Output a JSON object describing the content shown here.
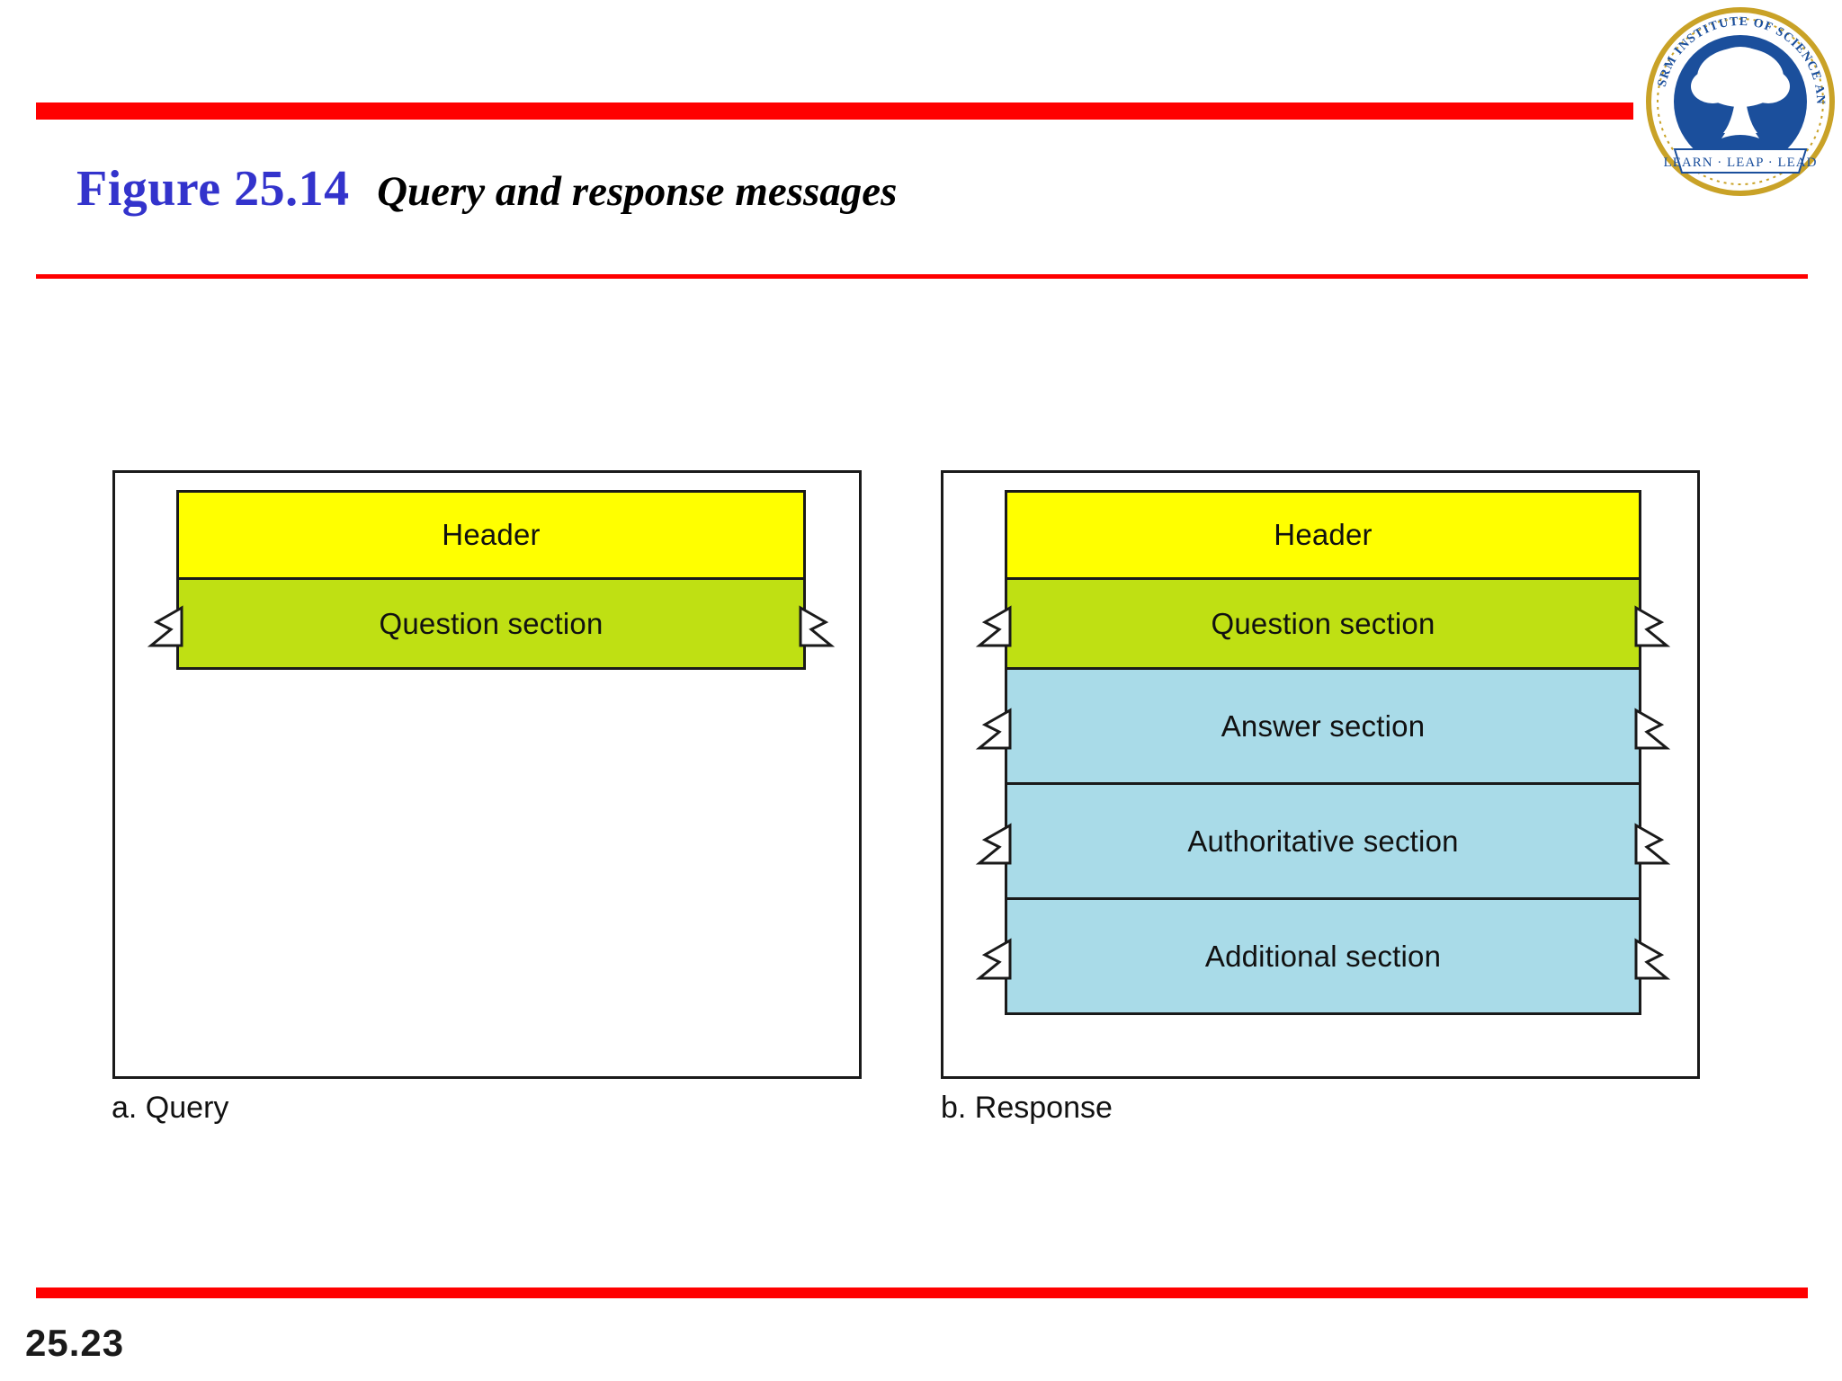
{
  "slide": {
    "figure_number": "Figure 25.14",
    "figure_caption": "Query and response messages",
    "page_number": "25.23",
    "accent_red": "#ff0000",
    "figure_number_color": "#3333cc"
  },
  "logo": {
    "name": "srm-institute-logo",
    "outer_text": "SRM INSTITUTE OF SCIENCE AND TECHNOLOGY",
    "ribbon_text": "LEARN · LEAP · LEAD",
    "ring_color": "#c9a227",
    "disc_color": "#1b4f9c"
  },
  "diagrams": [
    {
      "id": "query",
      "caption": "a. Query",
      "sections": [
        {
          "label": "Header",
          "color": "#ffff00",
          "torn": false,
          "height": 100
        },
        {
          "label": "Question section",
          "color": "#bfe013",
          "torn": true,
          "height": 103
        }
      ]
    },
    {
      "id": "response",
      "caption": "b. Response",
      "sections": [
        {
          "label": "Header",
          "color": "#ffff00",
          "torn": false,
          "height": 100
        },
        {
          "label": "Question section",
          "color": "#bfe013",
          "torn": true,
          "height": 103
        },
        {
          "label": "Answer section",
          "color": "#a9dbe8",
          "torn": true,
          "height": 131
        },
        {
          "label": "Authoritative section",
          "color": "#a9dbe8",
          "torn": true,
          "height": 131
        },
        {
          "label": "Additional section",
          "color": "#a9dbe8",
          "torn": true,
          "height": 131
        }
      ]
    }
  ]
}
